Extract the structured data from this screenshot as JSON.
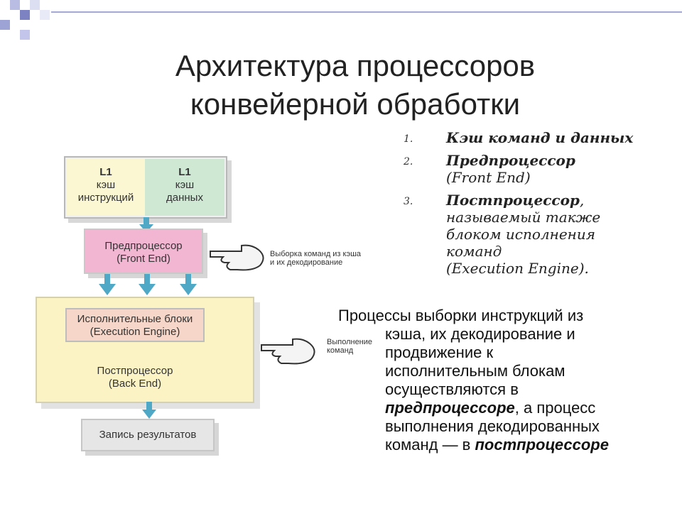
{
  "slide": {
    "title_line1": "Архитектура процессоров",
    "title_line2": "конвейерной обработки"
  },
  "list": [
    {
      "number": "1.",
      "bold": "Кэш команд и данных",
      "rest": []
    },
    {
      "number": "2.",
      "bold": "Предпроцессор",
      "rest": [
        "(Front End)"
      ]
    },
    {
      "number": "3.",
      "bold": "Постпроцессор",
      "bold_suffix": ",",
      "rest": [
        "называемый также",
        "блоком исполнения",
        "команд",
        "(Execution Engine)."
      ]
    }
  ],
  "paragraph": {
    "line1": "Процессы выборки инструкций из",
    "line2": "кэша, их декодирование и",
    "line3": "продвижение к",
    "line4": "исполнительным блокам",
    "line5": "осуществляются в",
    "line6_bold": "предпроцессоре",
    "line6_rest": ", а процесс",
    "line7": "выполнения декодированных",
    "line8_pre": "команд — в ",
    "line8_bold": "постпроцессоре"
  },
  "diagram": {
    "cache_instr": {
      "l1": "L1",
      "line1": "кэш",
      "line2": "инструкций"
    },
    "cache_data": {
      "l1": "L1",
      "line1": "кэш",
      "line2": "данных"
    },
    "front_end": {
      "line1": "Предпроцессор",
      "line2": "(Front End)"
    },
    "front_end_note": {
      "line1": "Выборка команд из кэша",
      "line2": "и их декодирование"
    },
    "exec_units": {
      "line1": "Исполнительные блоки",
      "line2": "(Execution Engine)"
    },
    "exec_note": {
      "line1": "Выполнение",
      "line2": "команд"
    },
    "back_end": {
      "line1": "Постпроцессор",
      "line2": "(Back End)"
    },
    "write_back": {
      "label": "Запись результатов"
    }
  },
  "colors": {
    "cache_instr": "#fbf7d2",
    "cache_data": "#cfe8d4",
    "front_end": "#f2b6d2",
    "back_end": "#fbf3c4",
    "exec_units": "#f6d6c8",
    "arrow": "#4fa8c6",
    "write_back": "#e6e6e6",
    "deco_square": "#8a8fc8"
  }
}
